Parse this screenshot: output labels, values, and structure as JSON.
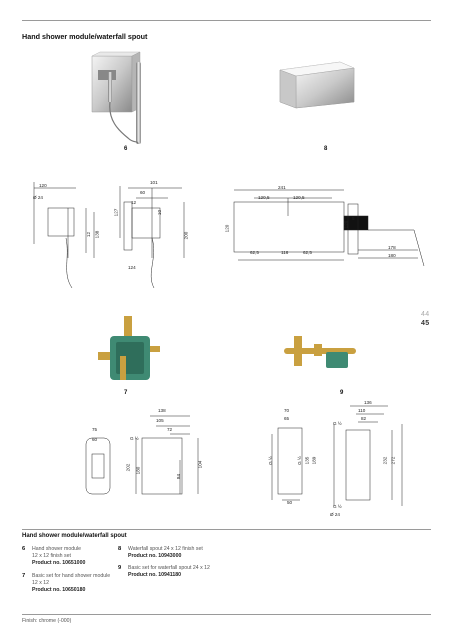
{
  "header": {
    "title": "Hand shower module/waterfall spout"
  },
  "photo_labels": {
    "p6": "6",
    "p8": "8",
    "p7": "7",
    "p9": "9"
  },
  "page_numbers": {
    "faded": "44",
    "current": "45"
  },
  "dims_fig6": {
    "d120": "120",
    "d24": "Ø 24",
    "d12": "12",
    "d138": "138",
    "d101": "101",
    "d60": "60",
    "d12b": "12",
    "d127": "127",
    "d10": "10",
    "d200": "200",
    "d124": "124"
  },
  "dims_fig8": {
    "d241": "241",
    "d1205a": "120,5",
    "d1205b": "120,5",
    "d120": "120",
    "d120b": "120",
    "d5": "5",
    "d625a": "62,5",
    "d116": "116",
    "d625b": "62,5",
    "d178": "178",
    "d180": "180"
  },
  "dims_fig7": {
    "d75": "75",
    "d60": "60",
    "d138": "138",
    "d105": "105",
    "d72": "72",
    "g12": "G ½",
    "d202": "202",
    "d180": "180",
    "d84": "84",
    "d104": "104"
  },
  "dims_fig9": {
    "d70": "70",
    "d65": "65",
    "g12a": "G ½",
    "g12b": "G ½",
    "d135": "135",
    "d189": "189",
    "d50": "50",
    "d136": "136",
    "d110": "110",
    "d82": "82",
    "g12c": "G ½",
    "d232": "232",
    "d272": "272",
    "g12d": "G ½",
    "d24": "Ø 24"
  },
  "section": {
    "title": "Hand shower module/waterfall spout"
  },
  "items": [
    {
      "num": "6",
      "line1": "Hand shower module",
      "line2": "12 x 12 finish set",
      "prod": "Product no. 10651000"
    },
    {
      "num": "7",
      "line1": "Basic set for hand shower module",
      "line2": "12 x 12",
      "prod": "Product no. 10650180"
    },
    {
      "num": "8",
      "line1": "Waterfall spout 24 x 12 finish set",
      "line2": "",
      "prod": "Product no. 10943000"
    },
    {
      "num": "9",
      "line1": "Basic set for waterfall spout 24 x 12",
      "line2": "",
      "prod": "Product no. 10941180"
    }
  ],
  "footer": {
    "finish": "Finish: chrome (-000)"
  }
}
